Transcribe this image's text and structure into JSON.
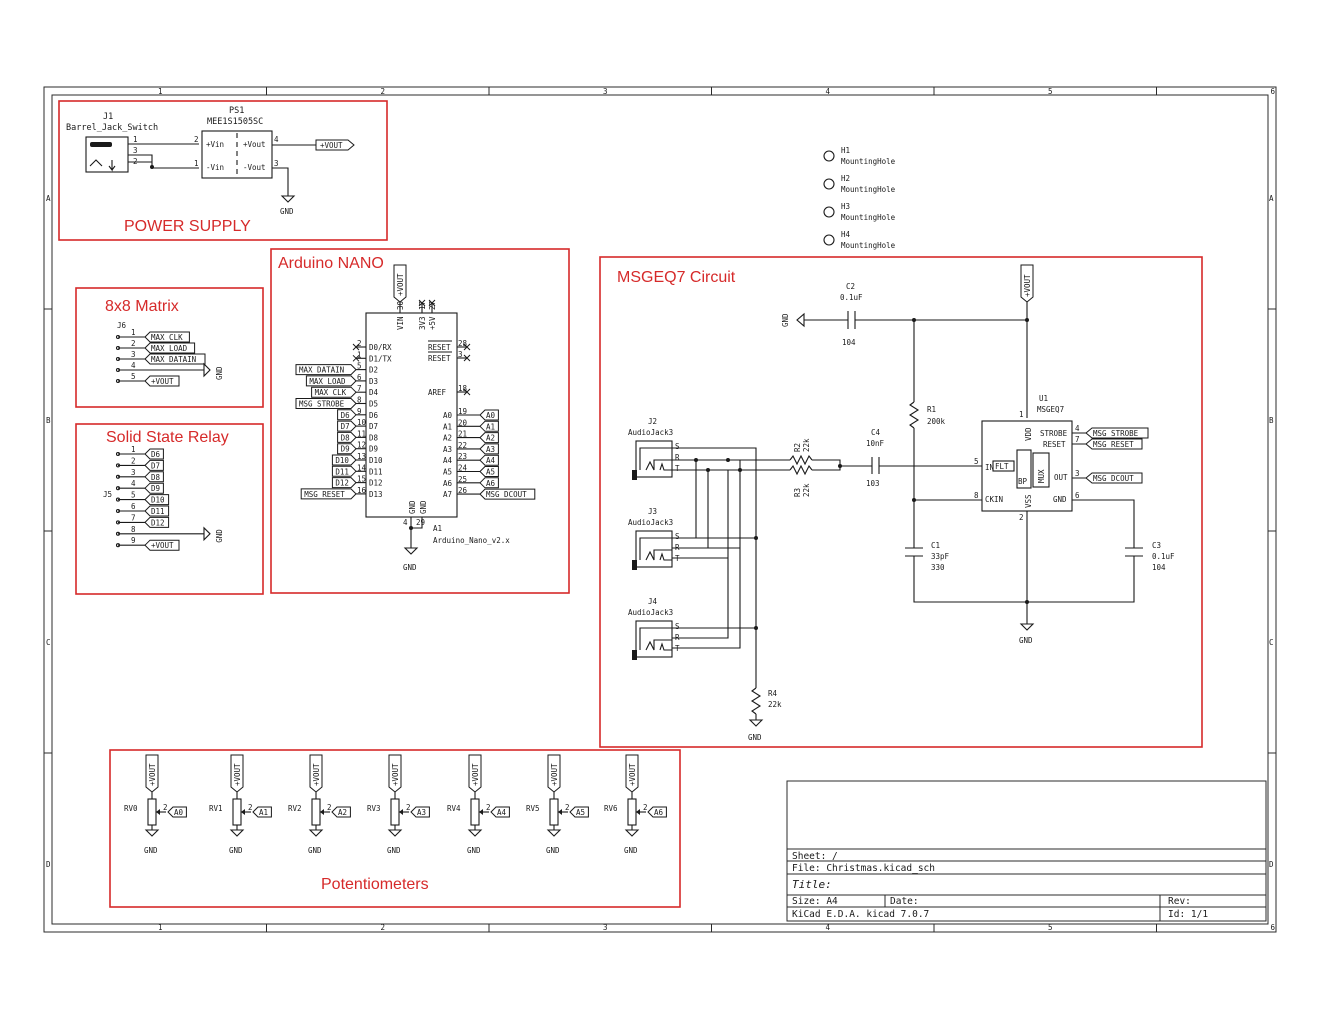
{
  "frame": {
    "cols": [
      "1",
      "2",
      "3",
      "4",
      "5",
      "6"
    ],
    "rows": [
      "A",
      "B",
      "C",
      "D"
    ]
  },
  "sections": {
    "power": "POWER SUPPLY",
    "nano": "Arduino NANO",
    "matrix": "8x8 Matrix",
    "relay": "Solid State Relay",
    "msgeq7": "MSGEQ7 Circuit",
    "pots": "Potentiometers"
  },
  "power": {
    "j1_ref": "J1",
    "j1_val": "Barrel_Jack_Switch",
    "ps1_ref": "PS1",
    "ps1_val": "MEE1S1505SC",
    "pin_vin_p": "+Vin",
    "pin_vin_n": "-Vin",
    "pin_vout_p": "+Vout",
    "pin_vout_n": "-Vout",
    "n1": "1",
    "n3": "3",
    "n2": "2",
    "p2": "2",
    "p1": "1",
    "p4": "4",
    "p3": "3",
    "vout_label": "+VOUT",
    "gnd": "GND"
  },
  "mounting": [
    {
      "ref": "H1",
      "val": "MountingHole"
    },
    {
      "ref": "H2",
      "val": "MountingHole"
    },
    {
      "ref": "H3",
      "val": "MountingHole"
    },
    {
      "ref": "H4",
      "val": "MountingHole"
    }
  ],
  "matrix": {
    "ref": "J6",
    "pins": [
      "1",
      "2",
      "3",
      "4",
      "5"
    ],
    "labels": [
      "MAX CLK",
      "MAX LOAD",
      "MAX DATAIN"
    ],
    "vout": "+VOUT",
    "gnd": "GND"
  },
  "relay": {
    "ref": "J5",
    "pins": [
      "1",
      "2",
      "3",
      "4",
      "5",
      "6",
      "7",
      "8",
      "9"
    ],
    "labels": [
      "D6",
      "D7",
      "D8",
      "D9",
      "D10",
      "D11",
      "D12"
    ],
    "vout": "+VOUT",
    "gnd": "GND"
  },
  "nano": {
    "vout": "+VOUT",
    "top_pins": [
      "30",
      "17",
      "27"
    ],
    "top_names": [
      "VIN",
      "3V3",
      "+5V"
    ],
    "left_nums": [
      "2",
      "1",
      "5",
      "6",
      "7",
      "8",
      "9",
      "10",
      "11",
      "12",
      "13",
      "14",
      "15",
      "16"
    ],
    "left_names": [
      "D0/RX",
      "D1/TX",
      "D2",
      "D3",
      "D4",
      "D5",
      "D6",
      "D7",
      "D8",
      "D9",
      "D10",
      "D11",
      "D12",
      "D13"
    ],
    "left_labels": [
      "",
      "",
      "MAX DATAIN",
      "MAX LOAD",
      "MAX CLK",
      "MSG STROBE",
      "D6",
      "D7",
      "D8",
      "D9",
      "D10",
      "D11",
      "D12",
      "MSG RESET"
    ],
    "right_top_nums": [
      "28",
      "3",
      "18"
    ],
    "right_top_names": [
      "RESET",
      "RESET",
      "AREF"
    ],
    "right_nums": [
      "19",
      "20",
      "21",
      "22",
      "23",
      "24",
      "25",
      "26"
    ],
    "right_names": [
      "A0",
      "A1",
      "A2",
      "A3",
      "A4",
      "A5",
      "A6",
      "A7"
    ],
    "right_labels": [
      "A0",
      "A1",
      "A2",
      "A3",
      "A4",
      "A5",
      "A6",
      "MSG DCOUT"
    ],
    "gnd_names": [
      "GND",
      "GND"
    ],
    "gnd_nums": [
      "4",
      "29"
    ],
    "ref": "A1",
    "val": "Arduino_Nano_v2.x",
    "gnd": "GND"
  },
  "msgeq7": {
    "c2_ref": "C2",
    "c2_val": "0.1uF",
    "c2_code": "104",
    "r1_ref": "R1",
    "r1_val": "200k",
    "c4_ref": "C4",
    "c4_val": "10nF",
    "c4_code": "103",
    "r2_ref": "R2",
    "r2_val": "22k",
    "r3_ref": "R3",
    "r3_val": "22k",
    "r4_ref": "R4",
    "r4_val": "22k",
    "c1_ref": "C1",
    "c1_val": "33pF",
    "c1_code": "330",
    "c3_ref": "C3",
    "c3_val": "0.1uF",
    "c3_code": "104",
    "u1_ref": "U1",
    "u1_val": "MSGEQ7",
    "u_vdd": "VDD",
    "u_vss": "VSS",
    "u_strobe": "STROBE",
    "u_reset": "RESET",
    "u_in": "IN",
    "u_flt": "FLT",
    "u_bp": "BP",
    "u_mux": "MUX",
    "u_out": "OUT",
    "u_ckin": "CKIN",
    "u_gnd": "GND",
    "u_pins": {
      "p1": "1",
      "p2": "2",
      "p4": "4",
      "p7": "7",
      "p5": "5",
      "p3": "3",
      "p8": "8",
      "p6": "6"
    },
    "msg_strobe": "MSG STROBE",
    "msg_reset": "MSG RESET",
    "msg_dcout": "MSG DCOUT",
    "vout": "+VOUT",
    "jacks": [
      {
        "ref": "J2",
        "val": "AudioJack3"
      },
      {
        "ref": "J3",
        "val": "AudioJack3"
      },
      {
        "ref": "J4",
        "val": "AudioJack3"
      }
    ],
    "jack_pins": [
      "S",
      "R",
      "T"
    ],
    "gnd": "GND"
  },
  "pots": {
    "items": [
      {
        "ref": "RV0",
        "label": "A0"
      },
      {
        "ref": "RV1",
        "label": "A1"
      },
      {
        "ref": "RV2",
        "label": "A2"
      },
      {
        "ref": "RV3",
        "label": "A3"
      },
      {
        "ref": "RV4",
        "label": "A4"
      },
      {
        "ref": "RV5",
        "label": "A5"
      },
      {
        "ref": "RV6",
        "label": "A6"
      }
    ],
    "pin2": "2",
    "vout": "+VOUT",
    "gnd": "GND"
  },
  "titleblock": {
    "sheet": "Sheet: /",
    "file": "File: Christmas.kicad_sch",
    "title": "Title:",
    "size": "Size: A4",
    "date": "Date:",
    "rev": "Rev:",
    "kicad": "KiCad E.D.A.  kicad 7.0.7",
    "id": "Id: 1/1"
  }
}
